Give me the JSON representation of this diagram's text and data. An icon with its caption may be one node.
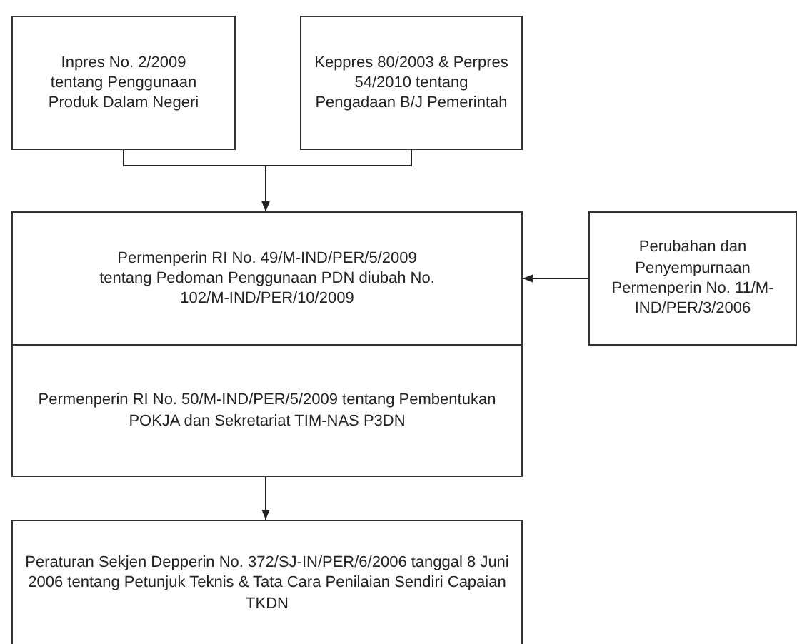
{
  "diagram": {
    "nodes": [
      {
        "text": [
          "Inpres No. 2/2009 tentang Penggunaan Produk Dalam Negeri"
        ]
      },
      {
        "text": [
          "Keppres 80/2003 & Perpres 54/2010 tentang Pengadaan B/J Pemerintah"
        ]
      },
      {
        "text": [
          "Permenperin RI No. 49/M-IND/PER/5/2009 tentang Pedoman Penggunaan PDN diubah No. 102/M-IND/PER/10/2009"
        ]
      },
      {
        "text": [
          "Perubahan dan Penyempurnaan Permenperin No. 11/M-IND/PER/3/2006"
        ]
      },
      {
        "text": [
          "Permenperin RI No. 50/M-IND/PER/5/2009 tentang Pembentukan POKJA dan Sekretariat TIM-NAS P3DN"
        ]
      },
      {
        "text": [
          "Peraturan Sekjen Depperin No. 372/SJ-IN/PER/6/2006 tanggal 8 Juni 2006 tentang Petunjuk Teknis & Tata Cara Penilaian Sendiri Capaian TKDN"
        ]
      }
    ],
    "edges": [
      {
        "from": 0,
        "to": 2,
        "arrow": "to"
      },
      {
        "from": 1,
        "to": 2,
        "arrow": "to"
      },
      {
        "from": 3,
        "to": 2,
        "arrow": "to"
      },
      {
        "from": 4,
        "to": 5,
        "arrow": "to"
      }
    ]
  }
}
